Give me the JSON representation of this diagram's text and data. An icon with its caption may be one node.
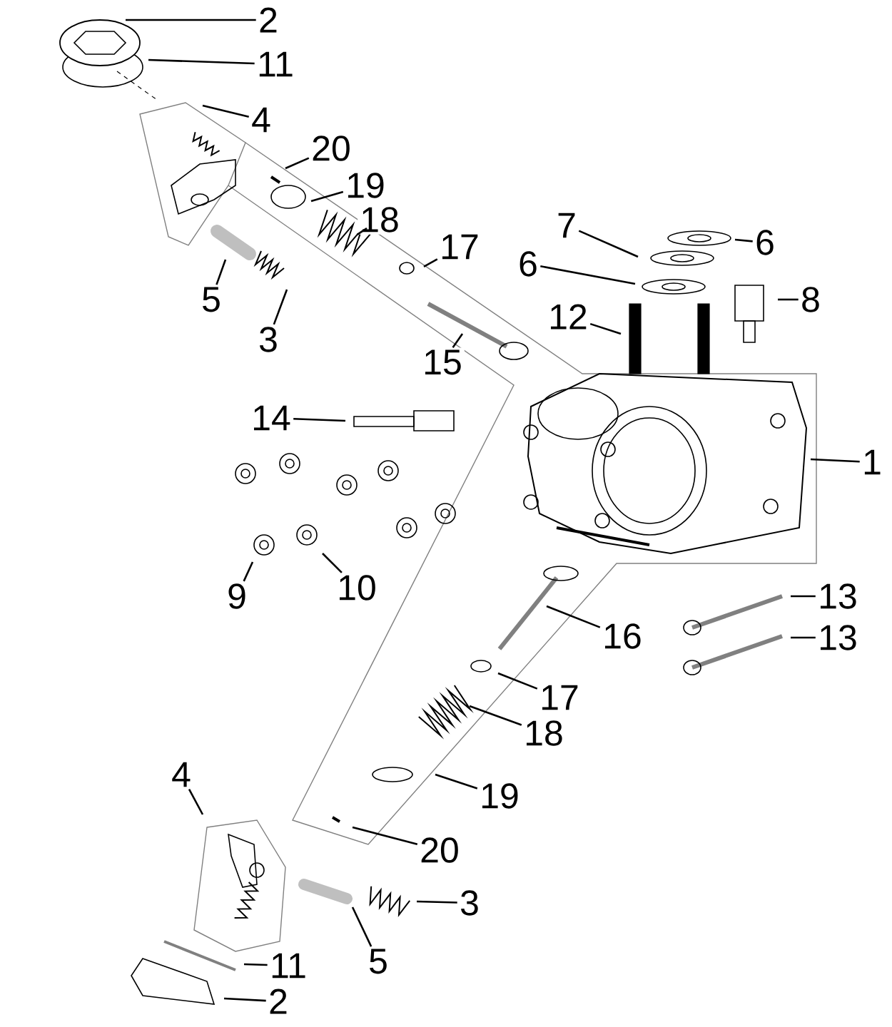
{
  "diagram": {
    "nodes": [
      {
        "text": [
          "2"
        ]
      },
      {
        "text": [
          "11"
        ]
      },
      {
        "text": [
          "4"
        ]
      },
      {
        "text": [
          "20"
        ]
      },
      {
        "text": [
          "19"
        ]
      },
      {
        "text": [
          "18"
        ]
      },
      {
        "text": [
          "17"
        ]
      },
      {
        "text": [
          "5"
        ]
      },
      {
        "text": [
          "3"
        ]
      },
      {
        "text": [
          "15"
        ]
      },
      {
        "text": [
          "7"
        ]
      },
      {
        "text": [
          "6"
        ]
      },
      {
        "text": [
          "6"
        ]
      },
      {
        "text": [
          "8"
        ]
      },
      {
        "text": [
          "12"
        ]
      },
      {
        "text": [
          "14"
        ]
      },
      {
        "text": [
          "1"
        ]
      },
      {
        "text": [
          "9"
        ]
      },
      {
        "text": [
          "10"
        ]
      },
      {
        "text": [
          "16"
        ]
      },
      {
        "text": [
          "13"
        ]
      },
      {
        "text": [
          "13"
        ]
      },
      {
        "text": [
          "17"
        ]
      },
      {
        "text": [
          "18"
        ]
      },
      {
        "text": [
          "19"
        ]
      },
      {
        "text": [
          "20"
        ]
      },
      {
        "text": [
          "4"
        ]
      },
      {
        "text": [
          "3"
        ]
      },
      {
        "text": [
          "5"
        ]
      },
      {
        "text": [
          "11"
        ]
      },
      {
        "text": [
          "2"
        ]
      }
    ],
    "edges": [
      {
        "from": 0,
        "to": null,
        "arrow": "none"
      },
      {
        "from": 1,
        "to": null,
        "arrow": "none"
      },
      {
        "from": 2,
        "to": null,
        "arrow": "none"
      },
      {
        "from": 3,
        "to": null,
        "arrow": "none"
      },
      {
        "from": 4,
        "to": null,
        "arrow": "none"
      },
      {
        "from": 5,
        "to": null,
        "arrow": "none"
      },
      {
        "from": 6,
        "to": null,
        "arrow": "none"
      },
      {
        "from": 7,
        "to": null,
        "arrow": "none"
      },
      {
        "from": 8,
        "to": null,
        "arrow": "none"
      },
      {
        "from": 9,
        "to": null,
        "arrow": "none"
      },
      {
        "from": 10,
        "to": null,
        "arrow": "none"
      },
      {
        "from": 11,
        "to": null,
        "arrow": "none"
      },
      {
        "from": 12,
        "to": null,
        "arrow": "none"
      },
      {
        "from": 13,
        "to": null,
        "arrow": "none"
      },
      {
        "from": 14,
        "to": null,
        "arrow": "none"
      },
      {
        "from": 15,
        "to": null,
        "arrow": "none"
      },
      {
        "from": 16,
        "to": null,
        "arrow": "none"
      },
      {
        "from": 17,
        "to": null,
        "arrow": "none"
      },
      {
        "from": 18,
        "to": null,
        "arrow": "none"
      },
      {
        "from": 19,
        "to": null,
        "arrow": "none"
      },
      {
        "from": 20,
        "to": null,
        "arrow": "none"
      },
      {
        "from": 21,
        "to": null,
        "arrow": "none"
      },
      {
        "from": 22,
        "to": null,
        "arrow": "none"
      },
      {
        "from": 23,
        "to": null,
        "arrow": "none"
      },
      {
        "from": 24,
        "to": null,
        "arrow": "none"
      },
      {
        "from": 25,
        "to": null,
        "arrow": "none"
      },
      {
        "from": 26,
        "to": null,
        "arrow": "none"
      },
      {
        "from": 27,
        "to": null,
        "arrow": "none"
      },
      {
        "from": 28,
        "to": null,
        "arrow": "none"
      },
      {
        "from": 29,
        "to": null,
        "arrow": "none"
      },
      {
        "from": 30,
        "to": null,
        "arrow": "none"
      }
    ]
  }
}
